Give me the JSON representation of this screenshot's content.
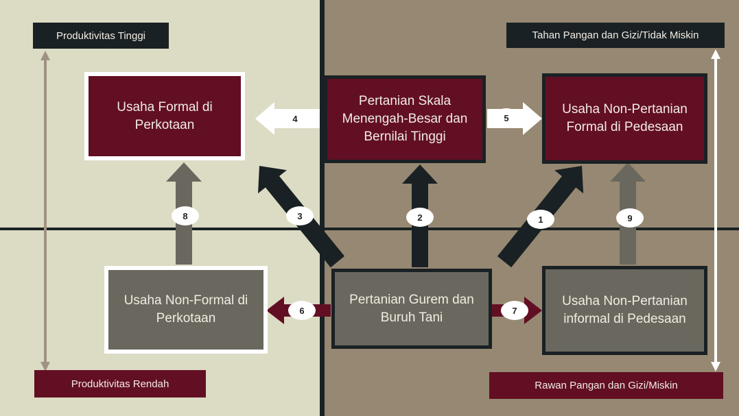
{
  "colors": {
    "maroon": "#620f23",
    "gray": "#6a685e",
    "dark": "#1a2124",
    "left_bg": "#dcdbc4",
    "right_bg": "#968872"
  },
  "axis_labels": {
    "top_left": "Produktivitas Tinggi",
    "bottom_left": "Produktivitas Rendah",
    "top_right": "Tahan Pangan dan Gizi/Tidak Miskin",
    "bottom_right": "Rawan  Pangan dan Gizi/Miskin"
  },
  "boxes": {
    "urban_formal": [
      "Usaha Formal di",
      "Perkotaan"
    ],
    "large_farming": [
      "Pertanian Skala",
      "Menengah-Besar dan",
      "Bernilai Tinggi"
    ],
    "rural_nonfarm_formal": [
      "Usaha Non-Pertanian",
      "Formal di Pedesaan"
    ],
    "urban_informal": [
      "Usaha Non-Formal di",
      "Perkotaan"
    ],
    "smallholder": [
      "Pertanian Gurem dan",
      "Buruh Tani"
    ],
    "rural_nonfarm_informal": [
      "Usaha Non-Pertanian",
      "informal di Pedesaan"
    ]
  },
  "arrow_numbers": {
    "a1": "1",
    "a2": "2",
    "a3": "3",
    "a4": "4",
    "a5": "5",
    "a6": "6",
    "a7": "7",
    "a8": "8",
    "a9": "9"
  }
}
